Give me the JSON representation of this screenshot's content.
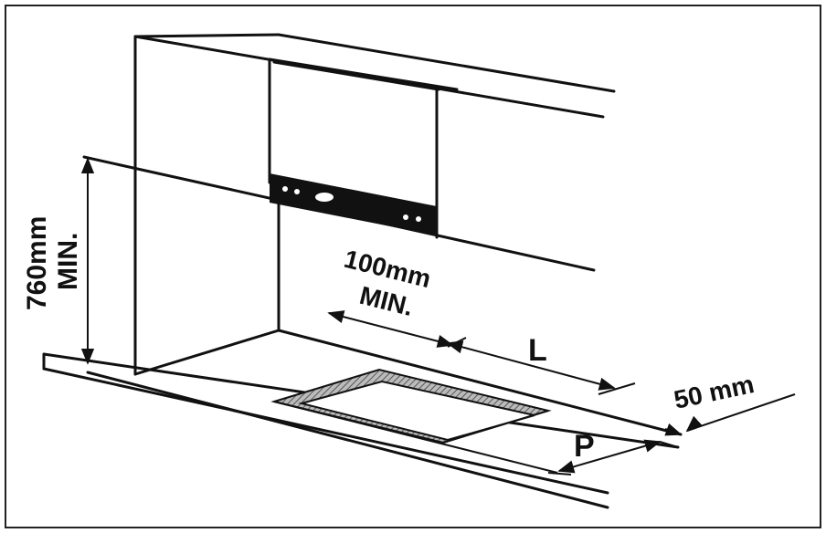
{
  "diagram": {
    "labels": {
      "height_min_value": "760mm",
      "height_min_suffix": "MIN.",
      "side_gap_value": "100mm",
      "side_gap_suffix": "MIN.",
      "length": "L",
      "depth": "P",
      "edge_gap": "50 mm"
    },
    "colors": {
      "line": "#111111",
      "background": "#ffffff",
      "frame": "#222222",
      "hatch": "#777777"
    }
  }
}
